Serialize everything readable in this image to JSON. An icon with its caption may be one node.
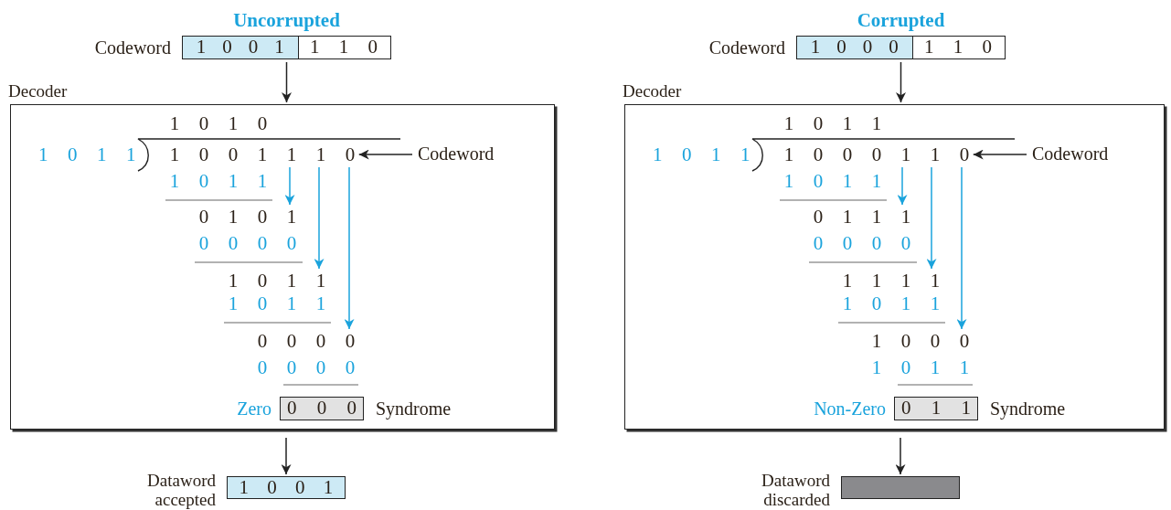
{
  "diagram": {
    "nodes": [
      {
        "text": [
          "1 0 0 1",
          "1 1 0"
        ],
        "beside": [
          "Uncorrupted",
          "Codeword"
        ]
      },
      {
        "text": [
          "Decoder"
        ]
      },
      {
        "text": [
          "1 0 0 1 1 1 0"
        ],
        "in": 1
      },
      {
        "text": [
          "Codeword"
        ],
        "in": 1
      },
      {
        "text": [
          "0 1 0 1"
        ],
        "in": 1
      },
      {
        "text": [
          "1 0 1 1"
        ],
        "in": 1
      },
      {
        "text": [
          "0 0 0 0"
        ],
        "in": 1
      },
      {
        "text": [
          "0 0 0"
        ],
        "beside": [
          "Zero",
          "Syndrome"
        ],
        "in": 1
      },
      {
        "text": [
          "1 0 0 1"
        ],
        "beside": [
          "Dataword accepted"
        ]
      },
      {
        "text": [
          "1 0 0 0",
          "1 1 0"
        ],
        "beside": [
          "Corrupted",
          "Codeword"
        ]
      },
      {
        "text": [
          "Decoder"
        ]
      },
      {
        "text": [
          "1 0 0 0 1 1 0"
        ],
        "in": 10
      },
      {
        "text": [
          "Codeword"
        ],
        "in": 10
      },
      {
        "text": [
          "0 1 1 1"
        ],
        "in": 10
      },
      {
        "text": [
          "1 1 1 1"
        ],
        "in": 10
      },
      {
        "text": [
          "1 0 0 0"
        ],
        "in": 10
      },
      {
        "text": [
          "0 1 1"
        ],
        "beside": [
          "Non-Zero",
          "Syndrome"
        ],
        "in": 10
      },
      {
        "text": [],
        "shape": "bar",
        "beside": [
          "Dataword discarded"
        ]
      }
    ],
    "edges": [
      {
        "from": 0,
        "to": 1,
        "arrow": "to"
      },
      {
        "from": 3,
        "to": 2,
        "arrow": "to"
      },
      {
        "from": 2,
        "to": 4,
        "arrow": "to",
        "color": "#1aa3dc"
      },
      {
        "from": 2,
        "to": 5,
        "arrow": "to",
        "color": "#1aa3dc"
      },
      {
        "from": 2,
        "to": 6,
        "arrow": "to",
        "color": "#1aa3dc"
      },
      {
        "from": 1,
        "to": 8,
        "arrow": "to"
      },
      {
        "from": 9,
        "to": 10,
        "arrow": "to"
      },
      {
        "from": 12,
        "to": 11,
        "arrow": "to"
      },
      {
        "from": 11,
        "to": 13,
        "arrow": "to",
        "color": "#1aa3dc"
      },
      {
        "from": 11,
        "to": 14,
        "arrow": "to",
        "color": "#1aa3dc"
      },
      {
        "from": 11,
        "to": 15,
        "arrow": "to",
        "color": "#1aa3dc"
      },
      {
        "from": 10,
        "to": 17,
        "arrow": "to"
      }
    ],
    "labels": [
      "1 0 1 0",
      "1 0 1 1",
      "1 0 1 1",
      "0 0 0 0",
      "1 0 1 1",
      "0 0 0 0",
      "1 0 1 1",
      "1 0 1 1",
      "1 0 1 1",
      "0 0 0 0",
      "1 0 1 1",
      "1 0 1 1"
    ]
  }
}
